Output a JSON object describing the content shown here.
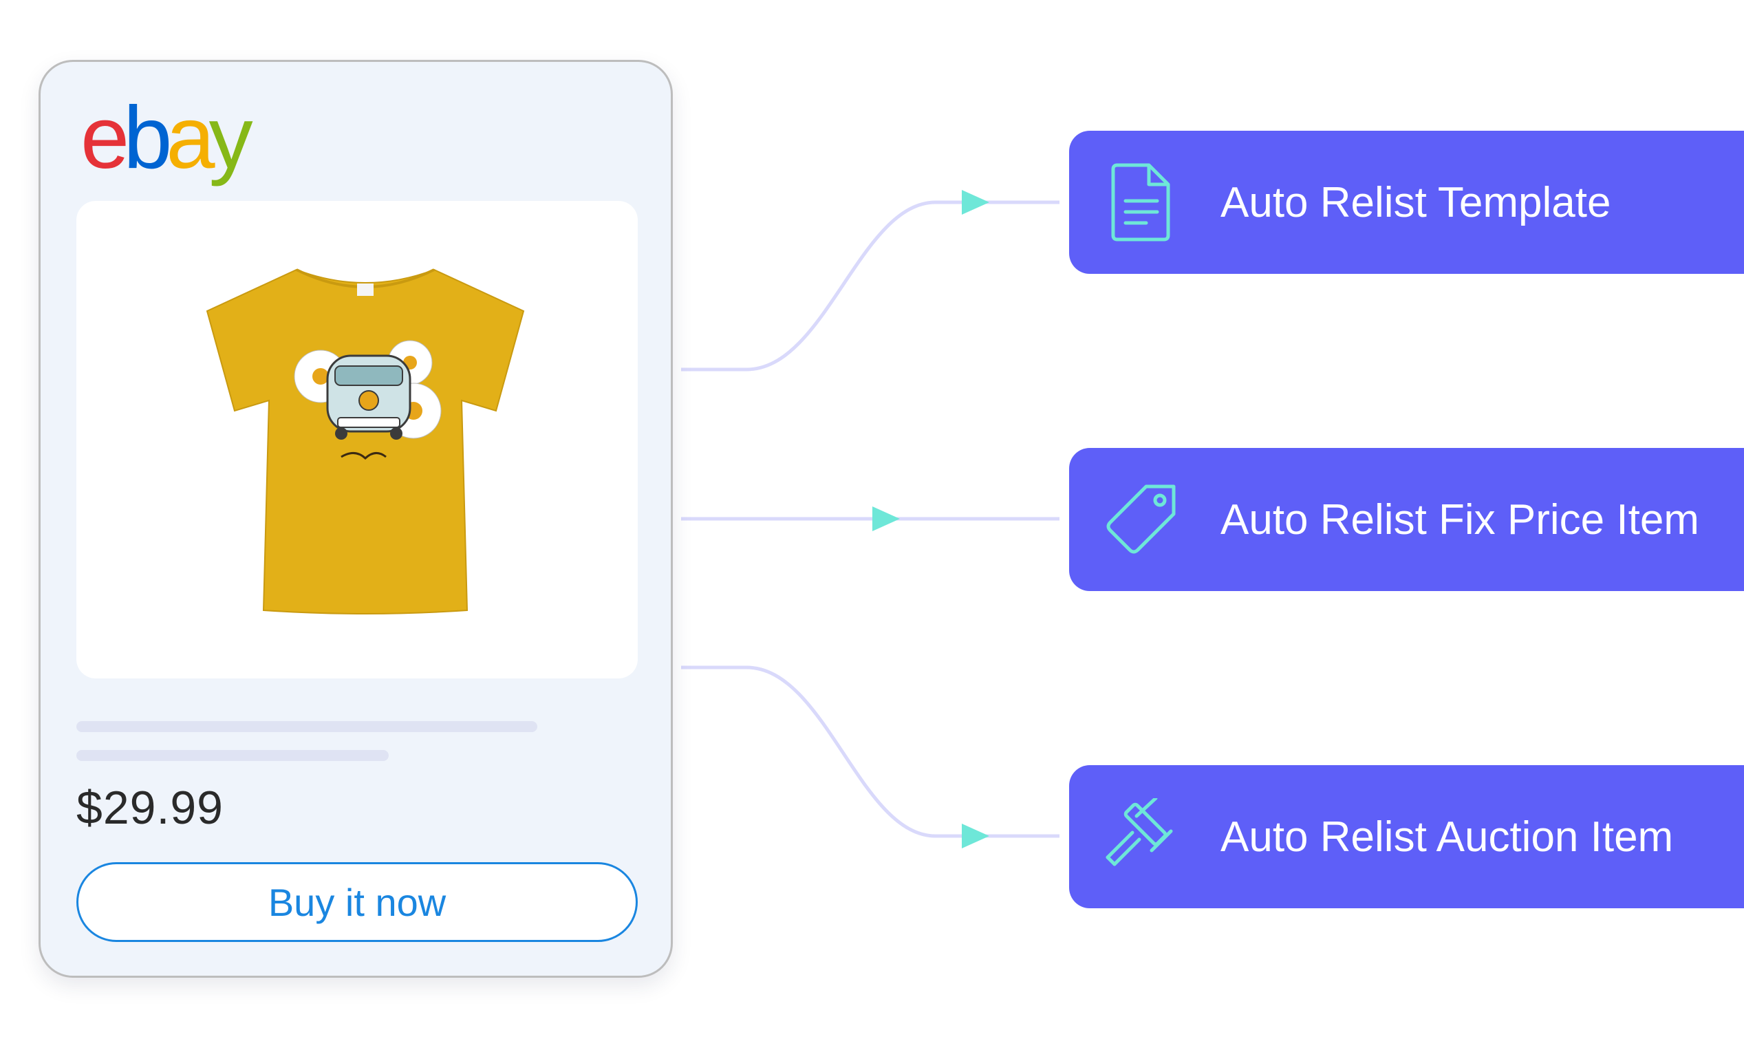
{
  "brand": {
    "logo_letters": [
      "e",
      "b",
      "a",
      "y"
    ],
    "logo_colors": [
      "#e53238",
      "#0064d2",
      "#f5af02",
      "#86b817"
    ]
  },
  "listing": {
    "product_icon": "yellow-tshirt-image",
    "price": "$29.99",
    "buy_label": "Buy it now"
  },
  "actions": [
    {
      "label": "Auto Relist Template",
      "icon": "document-icon"
    },
    {
      "label": "Auto Relist Fix Price Item",
      "icon": "price-tag-icon"
    },
    {
      "label": "Auto Relist Auction Item",
      "icon": "gavel-icon"
    }
  ],
  "colors": {
    "action_bg": "#5e5ff8",
    "icon_accent": "#6ee7d8",
    "button_accent": "#1a86e0",
    "card_bg": "#eff4fb",
    "connector": "#d9d9fb"
  }
}
